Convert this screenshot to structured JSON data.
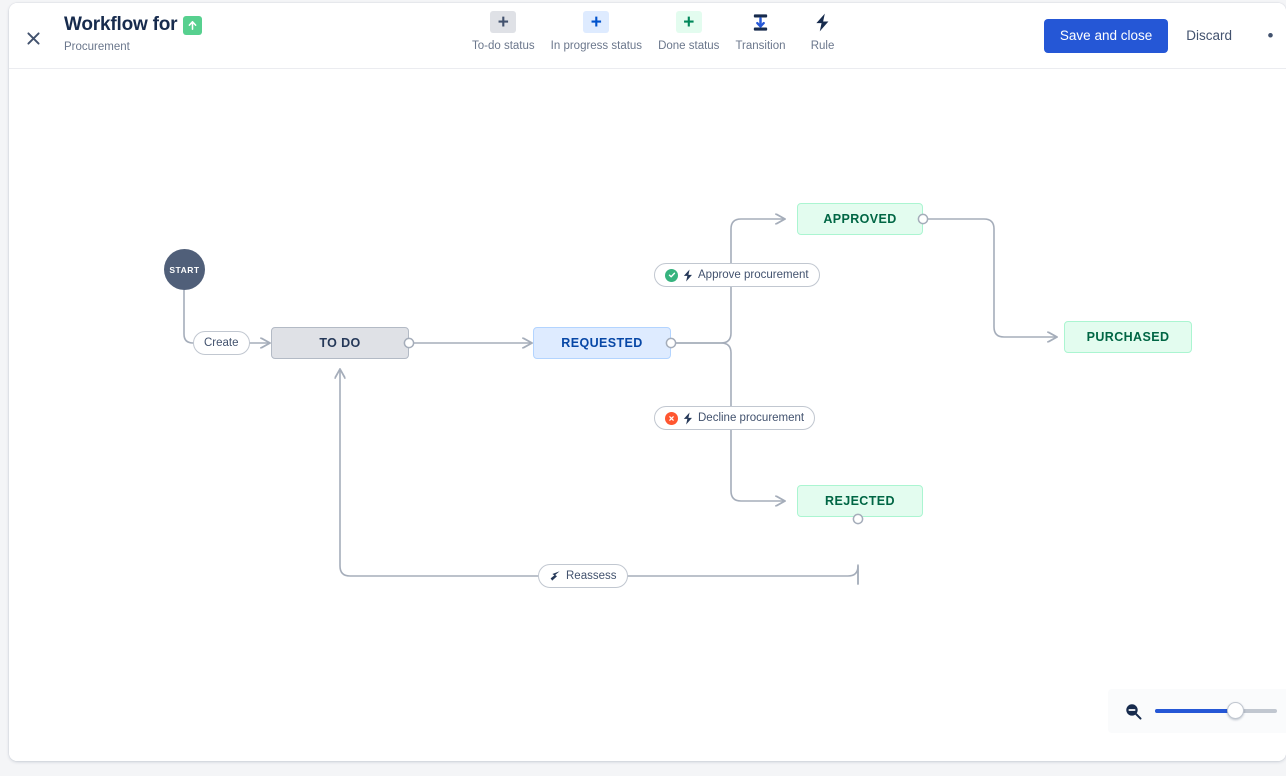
{
  "header": {
    "close_icon": "close-icon",
    "title": "Workflow for",
    "priority_icon": "priority-highest-icon",
    "subtitle": "Procurement",
    "toolbar": [
      {
        "icon": "plus-icon",
        "label": "To-do status",
        "variant": "todo"
      },
      {
        "icon": "plus-icon",
        "label": "In progress status",
        "variant": "prog"
      },
      {
        "icon": "plus-icon",
        "label": "Done status",
        "variant": "done"
      },
      {
        "icon": "transition-icon",
        "label": "Transition",
        "variant": "plain"
      },
      {
        "icon": "rule-lightning-icon",
        "label": "Rule",
        "variant": "plain"
      }
    ],
    "save_label": "Save and close",
    "discard_label": "Discard",
    "more_label": "•"
  },
  "canvas": {
    "start_label": "START",
    "nodes": [
      {
        "id": "todo",
        "label": "TO DO",
        "kind": "todo"
      },
      {
        "id": "requested",
        "label": "REQUESTED",
        "kind": "prog"
      },
      {
        "id": "approved",
        "label": "APPROVED",
        "kind": "done"
      },
      {
        "id": "rejected",
        "label": "REJECTED",
        "kind": "done"
      },
      {
        "id": "purchased",
        "label": "PURCHASED",
        "kind": "done"
      }
    ],
    "transitions": [
      {
        "id": "create",
        "label": "Create",
        "status_icon": "none",
        "rule_icon": "none"
      },
      {
        "id": "approve",
        "label": "Approve procurement",
        "status_icon": "check-circle-green-icon",
        "rule_icon": "rule-lightning-icon"
      },
      {
        "id": "decline",
        "label": "Decline procurement",
        "status_icon": "close-circle-red-icon",
        "rule_icon": "rule-lightning-icon"
      },
      {
        "id": "reassess",
        "label": "Reassess",
        "status_icon": "all-statuses-icon",
        "rule_icon": "none"
      }
    ]
  },
  "zoom": {
    "zoom_out_icon": "zoom-out-icon",
    "level_percent": 66
  },
  "colors": {
    "accent": "#2557d6",
    "todo_bg": "#dfe1e6",
    "progress_bg": "#deebff",
    "done_bg": "#e3fcef",
    "edge": "#a5adba",
    "start_bg": "#505f79"
  }
}
